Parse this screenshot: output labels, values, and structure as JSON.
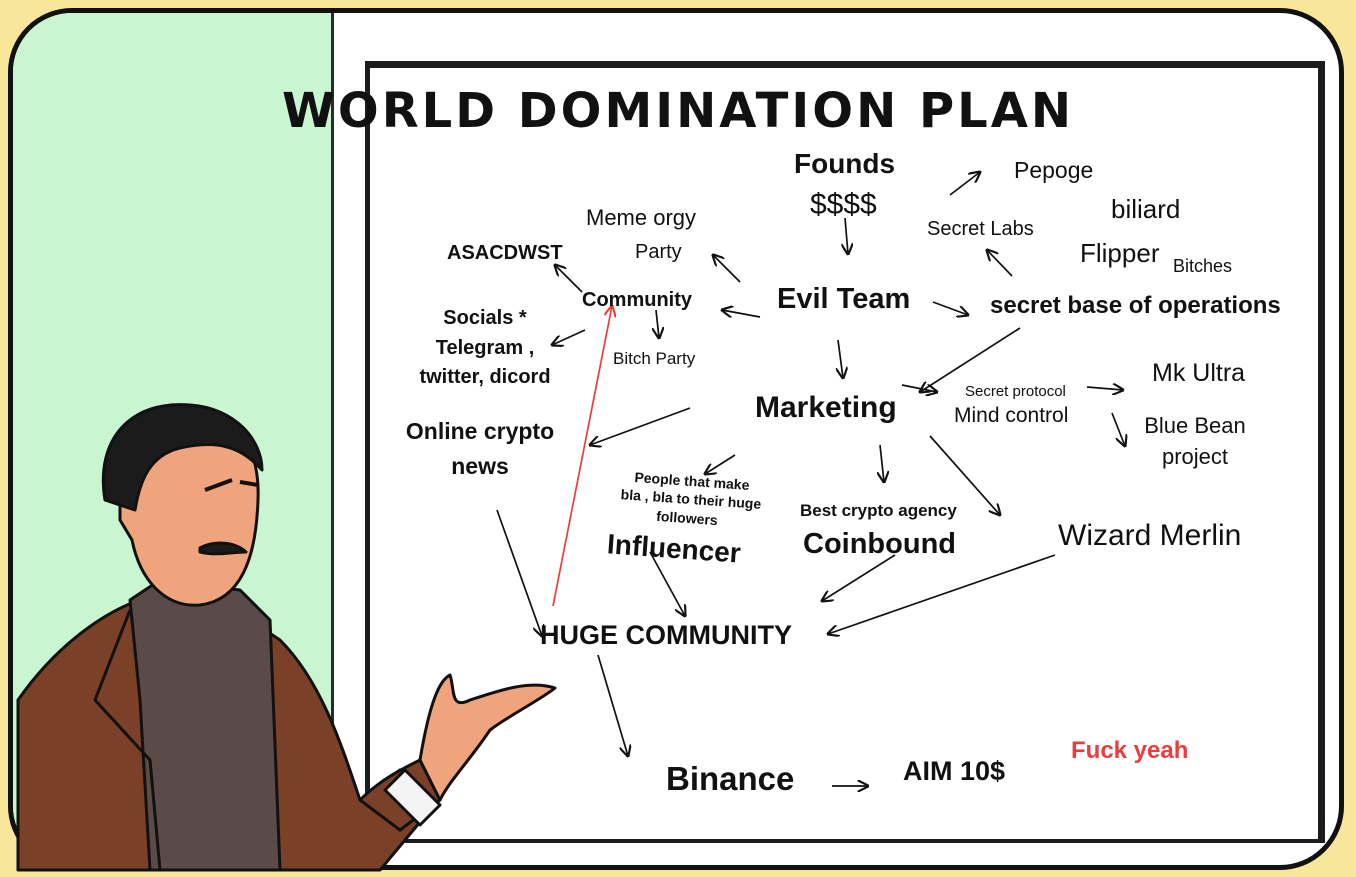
{
  "diagram": {
    "title": "WORLD DOMINATION PLAN",
    "nodes": {
      "founds": "Founds",
      "money": "$$$$",
      "pepoge": "Pepoge",
      "biliard": "biliard",
      "secret_labs": "Secret Labs",
      "flipper": "Flipper",
      "bitches": "Bitches",
      "meme_orgy": "Meme orgy",
      "party": "Party",
      "asacdwst": "ASACDWST",
      "community": "Community",
      "evil_team": "Evil Team",
      "secret_base": "secret base of operations",
      "socials_1": "Socials *",
      "socials_2": "Telegram ,",
      "socials_3": "twitter, dicord",
      "bitch_party": "Bitch Party",
      "marketing": "Marketing",
      "secret_protocol": "Secret protocol",
      "mind_control": "Mind control",
      "mk_ultra": "Mk Ultra",
      "blue_bean_1": "Blue Bean",
      "blue_bean_2": "project",
      "online_news_1": "Online crypto",
      "online_news_2": "news",
      "people_1": "People that make",
      "people_2": "bla , bla to their huge",
      "people_3": "followers",
      "influencer": "Influencer",
      "best_agency": "Best crypto agency",
      "coinbound": "Coinbound",
      "wizard": "Wizard Merlin",
      "huge_community": "HUGE COMMUNITY",
      "binance": "Binance",
      "aim": "AIM 10$",
      "fuck_yeah": "Fuck yeah"
    }
  },
  "colors": {
    "background": "#f8e79a",
    "panel": "#c9f5d0",
    "accent_red": "#ef3b3b",
    "ink": "#111111"
  }
}
